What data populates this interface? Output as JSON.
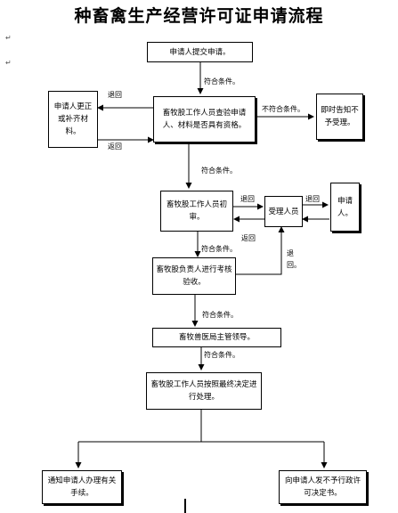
{
  "title": "种畜禽生产经营许可证申请流程",
  "nodes": {
    "submit": "申请人提交申请。",
    "correct": "申请人更正或补齐材料。",
    "review_initial": "畜牧股工作人员查验申请人、材料是否具有资格。",
    "notify_reject": "即时告知不予受理。",
    "review_first": "畜牧股工作人员初审。",
    "accept": "受理人员",
    "applicant": "申请人。",
    "review_lead": "畜牧股负责人进行考核验收。",
    "bureau": "畜牧兽医局主管领导。",
    "process": "畜牧股工作人员按照最终决定进行处理。",
    "notify_approve": "通知申请人办理有关手续。",
    "notify_deny": "向申请人发不予行政许可决定书。"
  },
  "edges": {
    "meets": "符合条件。",
    "not_meets": "不符合条件。",
    "return": "退回",
    "send_back": "返回",
    "return_short": "退回。"
  },
  "marks": [
    "↵",
    "↵"
  ]
}
